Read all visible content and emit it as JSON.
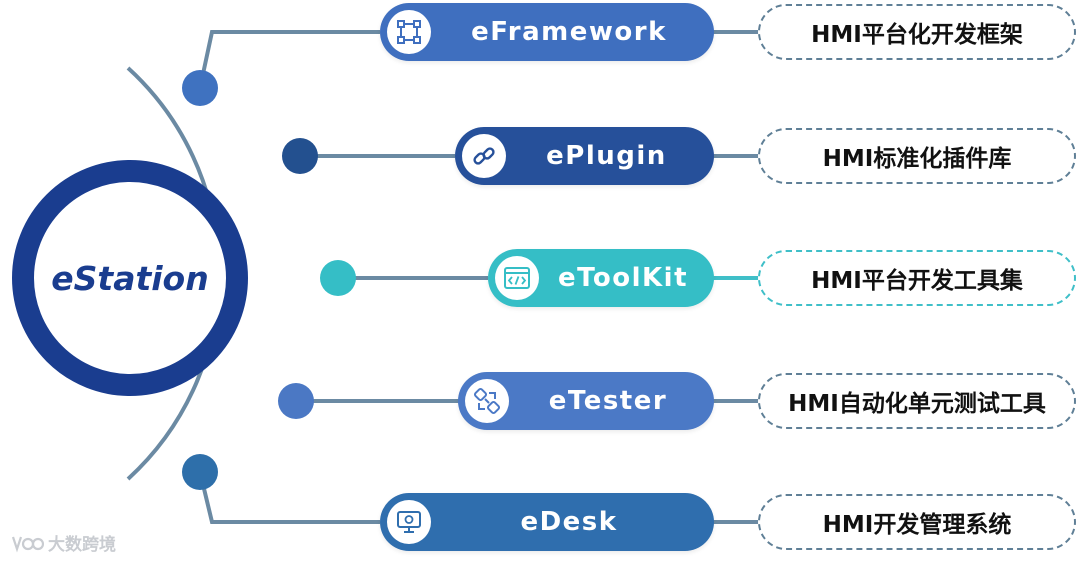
{
  "hub": {
    "label": "eStation",
    "color": "#1a3d8f"
  },
  "nodes": [
    {
      "id": "eframework",
      "name": "eFramework",
      "icon": "frame-icon",
      "color": "#3f6fbf",
      "description": "HMI平台化开发框架",
      "dot_color": "#3f72c0"
    },
    {
      "id": "eplugin",
      "name": "ePlugin",
      "icon": "link-icon",
      "color": "#26509a",
      "description": "HMI标准化插件库",
      "dot_color": "#23508f"
    },
    {
      "id": "etoolkit",
      "name": "eToolKit",
      "icon": "code-icon",
      "color": "#35bec6",
      "description": "HMI平台开发工具集",
      "dot_color": "#35bec6"
    },
    {
      "id": "etester",
      "name": "eTester",
      "icon": "tester-icon",
      "color": "#4b79c6",
      "description": "HMI自动化单元测试工具",
      "dot_color": "#4b78c4"
    },
    {
      "id": "edesk",
      "name": "eDesk",
      "icon": "monitor-icon",
      "color": "#2f6eae",
      "description": "HMI开发管理系统",
      "dot_color": "#2e6faa"
    }
  ],
  "connector_color": "#6b8aa3",
  "watermark": {
    "text": "大数跨境"
  }
}
